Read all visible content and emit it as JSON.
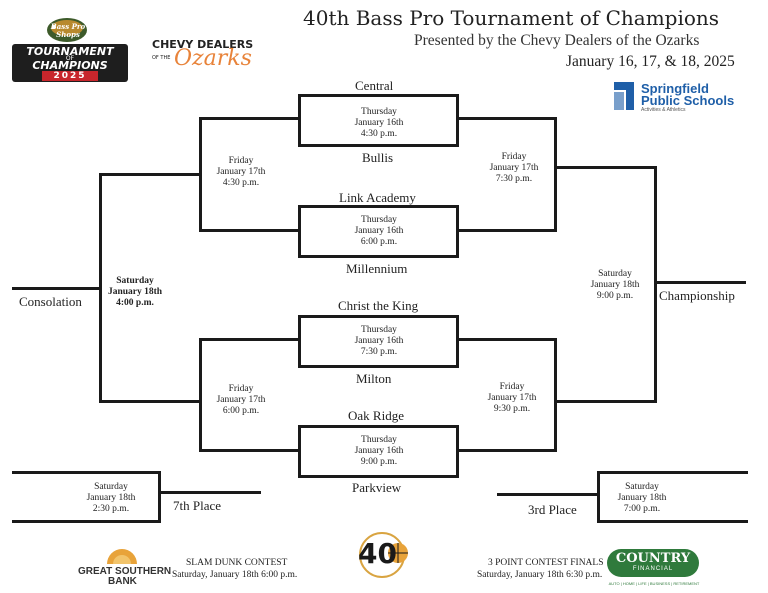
{
  "header": {
    "title": "40th Bass Pro Tournament of Champions",
    "subtitle": "Presented by the Chevy Dealers of the Ozarks",
    "dates": "January 16, 17, & 18, 2025"
  },
  "logos": {
    "bass_pro": {
      "brand": "Bass Pro Shops",
      "line1": "TOURNAMENT",
      "line2": "OF",
      "line3": "CHAMPIONS",
      "year": "2025"
    },
    "chevy": {
      "line1": "CHEVY DEALERS",
      "line2": "OF THE",
      "line3": "Ozarks"
    },
    "sps": {
      "line1": "Springfield",
      "line2": "Public Schools",
      "line3": "Activities & Athletics"
    },
    "gsb": {
      "line1": "GREAT SOUTHERN",
      "line2": "BANK"
    },
    "forty": {
      "number": "40"
    },
    "country": {
      "line1": "COUNTRY",
      "line2": "FINANCIAL",
      "tagline": "AUTO | HOME | LIFE | BUSINESS | RETIREMENT"
    }
  },
  "teams": {
    "central": "Central",
    "bullis": "Bullis",
    "link": "Link Academy",
    "millennium": "Millennium",
    "christ": "Christ the King",
    "milton": "Milton",
    "oak": "Oak Ridge",
    "parkview": "Parkview"
  },
  "games": {
    "g1": {
      "day": "Thursday",
      "date": "January 16th",
      "time": "4:30 p.m."
    },
    "g2": {
      "day": "Thursday",
      "date": "January 16th",
      "time": "6:00 p.m."
    },
    "g3": {
      "day": "Thursday",
      "date": "January 16th",
      "time": "7:30 p.m."
    },
    "g4": {
      "day": "Thursday",
      "date": "January 16th",
      "time": "9:00 p.m."
    },
    "cons1": {
      "day": "Friday",
      "date": "January 17th",
      "time": "4:30 p.m."
    },
    "cons2": {
      "day": "Friday",
      "date": "January 17th",
      "time": "6:00 p.m."
    },
    "semi1": {
      "day": "Friday",
      "date": "January 17th",
      "time": "7:30 p.m."
    },
    "semi2": {
      "day": "Friday",
      "date": "January 17th",
      "time": "9:30 p.m."
    },
    "consolation": {
      "day": "Saturday",
      "date": "January 18th",
      "time": "4:00 p.m."
    },
    "championship": {
      "day": "Saturday",
      "date": "January 18th",
      "time": "9:00 p.m."
    },
    "seventh": {
      "day": "Saturday",
      "date": "January 18th",
      "time": "2:30 p.m."
    },
    "third": {
      "day": "Saturday",
      "date": "January 18th",
      "time": "7:00 p.m."
    }
  },
  "labels": {
    "consolation": "Consolation",
    "championship": "Championship",
    "seventh": "7th Place",
    "third": "3rd Place"
  },
  "events": {
    "slam": {
      "title": "SLAM DUNK CONTEST",
      "when": "Saturday, January 18th 6:00 p.m."
    },
    "three": {
      "title": "3 POINT CONTEST FINALS",
      "when": "Saturday, January 18th 6:30 p.m."
    }
  },
  "colors": {
    "line": "#1a1a1a",
    "chevy_orange": "#e8833a",
    "sps_blue": "#1f5fa8",
    "country_green": "#2f7a3c",
    "gsb_orange": "#e8a33a"
  }
}
